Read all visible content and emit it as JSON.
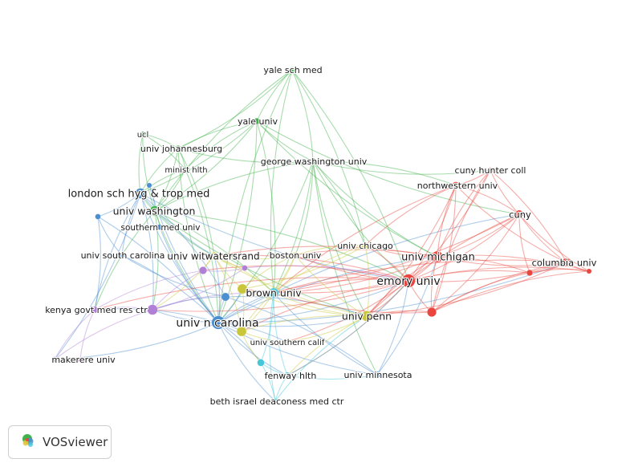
{
  "clusters": {
    "red": "#e8463f",
    "green": "#3fb24a",
    "blue": "#4b8fd0",
    "yellow": "#c9c739",
    "purple": "#b07fd6",
    "cyan": "#45c6d9"
  },
  "brand": {
    "name": "VOSviewer",
    "logo_icon": "vosviewer-logo-icon"
  },
  "nodes": [
    {
      "id": "yale_sch_med",
      "label": "yale sch med",
      "cluster": "green",
      "size": 1.1
    },
    {
      "id": "yale_univ",
      "label": "yale univ",
      "cluster": "green",
      "size": 1.2
    },
    {
      "id": "ucl",
      "label": "ucl",
      "cluster": "green",
      "size": 1.0
    },
    {
      "id": "univ_johannesburg",
      "label": "univ johannesburg",
      "cluster": "green",
      "size": 1.2
    },
    {
      "id": "minist_hlth",
      "label": "minist hlth",
      "cluster": "green",
      "size": 1.0
    },
    {
      "id": "george_washington_univ",
      "label": "george washington univ",
      "cluster": "green",
      "size": 1.3
    },
    {
      "id": "univ_washington",
      "label": "univ washington",
      "cluster": "green",
      "size": 2.0
    },
    {
      "id": "london_sch",
      "label": "london sch hyg & trop med",
      "cluster": "blue",
      "size": 2.0
    },
    {
      "id": "southern_med_univ",
      "label": "southern med univ",
      "cluster": "blue",
      "size": 1.1
    },
    {
      "id": "univ_south_carolina",
      "label": "univ south carolina",
      "cluster": "blue",
      "size": 1.1
    },
    {
      "id": "univ_n_carolina",
      "label": "univ n carolina",
      "cluster": "blue",
      "size": 2.6
    },
    {
      "id": "univ_minnesota",
      "label": "univ minnesota",
      "cluster": "blue",
      "size": 1.3
    },
    {
      "id": "blue_a",
      "label": "",
      "cluster": "blue",
      "size": 1.1
    },
    {
      "id": "blue_b",
      "label": "",
      "cluster": "blue",
      "size": 1.0
    },
    {
      "id": "blue_c",
      "label": "",
      "cluster": "blue",
      "size": 1.6
    },
    {
      "id": "cuny_hunter_coll",
      "label": "cuny hunter coll",
      "cluster": "red",
      "size": 1.1
    },
    {
      "id": "northwestern_univ",
      "label": "northwestern univ",
      "cluster": "red",
      "size": 1.4
    },
    {
      "id": "cuny",
      "label": "cuny",
      "cluster": "red",
      "size": 1.6
    },
    {
      "id": "univ_michigan",
      "label": "univ michigan",
      "cluster": "red",
      "size": 2.2
    },
    {
      "id": "columbia_univ",
      "label": "columbia univ",
      "cluster": "red",
      "size": 1.7
    },
    {
      "id": "emory_univ",
      "label": "emory univ",
      "cluster": "red",
      "size": 2.6
    },
    {
      "id": "red_a",
      "label": "",
      "cluster": "red",
      "size": 1.2
    },
    {
      "id": "red_b",
      "label": "",
      "cluster": "red",
      "size": 1.0
    },
    {
      "id": "red_c",
      "label": "",
      "cluster": "red",
      "size": 1.8
    },
    {
      "id": "univ_chicago",
      "label": "univ chicago",
      "cluster": "yellow",
      "size": 1.2
    },
    {
      "id": "boston_univ",
      "label": "boston univ",
      "cluster": "yellow",
      "size": 1.2
    },
    {
      "id": "univ_witwatersrand",
      "label": "univ witwatersrand",
      "cluster": "yellow",
      "size": 1.5
    },
    {
      "id": "univ_penn",
      "label": "univ penn",
      "cluster": "yellow",
      "size": 2.0
    },
    {
      "id": "univ_southern_calif",
      "label": "univ southern calif",
      "cluster": "yellow",
      "size": 1.1
    },
    {
      "id": "yellow_a",
      "label": "",
      "cluster": "yellow",
      "size": 1.9
    },
    {
      "id": "yellow_b",
      "label": "",
      "cluster": "yellow",
      "size": 1.9
    },
    {
      "id": "kenya_govt",
      "label": "kenya govt med res ctr",
      "cluster": "purple",
      "size": 1.3
    },
    {
      "id": "makerere_univ",
      "label": "makerere univ",
      "cluster": "purple",
      "size": 1.1
    },
    {
      "id": "purple_a",
      "label": "",
      "cluster": "purple",
      "size": 2.0
    },
    {
      "id": "purple_b",
      "label": "",
      "cluster": "purple",
      "size": 1.5
    },
    {
      "id": "purple_c",
      "label": "",
      "cluster": "purple",
      "size": 1.1
    },
    {
      "id": "purple_d",
      "label": "",
      "cluster": "purple",
      "size": 1.0
    },
    {
      "id": "brown_univ",
      "label": "brown univ",
      "cluster": "cyan",
      "size": 1.9
    },
    {
      "id": "fenway_hlth",
      "label": "fenway hlth",
      "cluster": "cyan",
      "size": 1.3
    },
    {
      "id": "beth_israel",
      "label": "beth israel deaconess med ctr",
      "cluster": "cyan",
      "size": 1.1
    },
    {
      "id": "cyan_a",
      "label": "",
      "cluster": "cyan",
      "size": 1.4
    }
  ],
  "links": [
    [
      "yale_sch_med",
      "yale_univ"
    ],
    [
      "yale_sch_med",
      "george_washington_univ"
    ],
    [
      "yale_sch_med",
      "univ_washington"
    ],
    [
      "yale_sch_med",
      "univ_johannesburg"
    ],
    [
      "yale_sch_med",
      "brown_univ"
    ],
    [
      "yale_sch_med",
      "univ_chicago"
    ],
    [
      "yale_sch_med",
      "univ_n_carolina"
    ],
    [
      "yale_sch_med",
      "emory_univ"
    ],
    [
      "yale_univ",
      "george_washington_univ"
    ],
    [
      "yale_univ",
      "univ_washington"
    ],
    [
      "yale_univ",
      "univ_johannesburg"
    ],
    [
      "yale_univ",
      "london_sch"
    ],
    [
      "yale_univ",
      "cuny"
    ],
    [
      "yale_univ",
      "univ_n_carolina"
    ],
    [
      "yale_univ",
      "univ_michigan"
    ],
    [
      "yale_univ",
      "brown_univ"
    ],
    [
      "yale_univ",
      "minist_hlth"
    ],
    [
      "ucl",
      "univ_johannesburg"
    ],
    [
      "ucl",
      "univ_washington"
    ],
    [
      "ucl",
      "minist_hlth"
    ],
    [
      "ucl",
      "london_sch"
    ],
    [
      "univ_johannesburg",
      "univ_washington"
    ],
    [
      "univ_johannesburg",
      "london_sch"
    ],
    [
      "univ_johannesburg",
      "minist_hlth"
    ],
    [
      "univ_johannesburg",
      "univ_n_carolina"
    ],
    [
      "univ_johannesburg",
      "univ_witwatersrand"
    ],
    [
      "univ_johannesburg",
      "george_washington_univ"
    ],
    [
      "minist_hlth",
      "univ_washington"
    ],
    [
      "minist_hlth",
      "london_sch"
    ],
    [
      "minist_hlth",
      "univ_n_carolina"
    ],
    [
      "george_washington_univ",
      "univ_washington"
    ],
    [
      "george_washington_univ",
      "univ_n_carolina"
    ],
    [
      "george_washington_univ",
      "emory_univ"
    ],
    [
      "george_washington_univ",
      "brown_univ"
    ],
    [
      "george_washington_univ",
      "univ_michigan"
    ],
    [
      "george_washington_univ",
      "boston_univ"
    ],
    [
      "george_washington_univ",
      "univ_penn"
    ],
    [
      "george_washington_univ",
      "northwestern_univ"
    ],
    [
      "george_washington_univ",
      "cuny_hunter_coll"
    ],
    [
      "george_washington_univ",
      "univ_chicago"
    ],
    [
      "george_washington_univ",
      "univ_minnesota"
    ],
    [
      "univ_washington",
      "london_sch"
    ],
    [
      "univ_washington",
      "univ_n_carolina"
    ],
    [
      "univ_washington",
      "emory_univ"
    ],
    [
      "univ_washington",
      "univ_witwatersrand"
    ],
    [
      "univ_washington",
      "southern_med_univ"
    ],
    [
      "univ_washington",
      "kenya_govt"
    ],
    [
      "univ_washington",
      "brown_univ"
    ],
    [
      "univ_washington",
      "univ_penn"
    ],
    [
      "univ_washington",
      "purple_a"
    ],
    [
      "london_sch",
      "univ_n_carolina"
    ],
    [
      "london_sch",
      "blue_a"
    ],
    [
      "london_sch",
      "univ_south_carolina"
    ],
    [
      "london_sch",
      "purple_a"
    ],
    [
      "london_sch",
      "univ_witwatersrand"
    ],
    [
      "london_sch",
      "blue_c"
    ],
    [
      "london_sch",
      "kenya_govt"
    ],
    [
      "london_sch",
      "makerere_univ"
    ],
    [
      "london_sch",
      "emory_univ"
    ],
    [
      "blue_a",
      "univ_n_carolina"
    ],
    [
      "blue_a",
      "univ_south_carolina"
    ],
    [
      "blue_a",
      "kenya_govt"
    ],
    [
      "blue_b",
      "univ_n_carolina"
    ],
    [
      "blue_b",
      "univ_washington"
    ],
    [
      "southern_med_univ",
      "univ_n_carolina"
    ],
    [
      "univ_south_carolina",
      "univ_n_carolina"
    ],
    [
      "univ_south_carolina",
      "blue_c"
    ],
    [
      "univ_n_carolina",
      "blue_c"
    ],
    [
      "univ_n_carolina",
      "emory_univ"
    ],
    [
      "univ_n_carolina",
      "univ_michigan"
    ],
    [
      "univ_n_carolina",
      "univ_penn"
    ],
    [
      "univ_n_carolina",
      "brown_univ"
    ],
    [
      "univ_n_carolina",
      "fenway_hlth"
    ],
    [
      "univ_n_carolina",
      "cyan_a"
    ],
    [
      "univ_n_carolina",
      "univ_minnesota"
    ],
    [
      "univ_n_carolina",
      "purple_a"
    ],
    [
      "univ_n_carolina",
      "kenya_govt"
    ],
    [
      "univ_n_carolina",
      "makerere_univ"
    ],
    [
      "univ_n_carolina",
      "yellow_a"
    ],
    [
      "univ_n_carolina",
      "yellow_b"
    ],
    [
      "univ_n_carolina",
      "univ_witwatersrand"
    ],
    [
      "univ_n_carolina",
      "univ_southern_calif"
    ],
    [
      "univ_n_carolina",
      "columbia_univ"
    ],
    [
      "univ_n_carolina",
      "cuny"
    ],
    [
      "univ_n_carolina",
      "beth_israel"
    ],
    [
      "blue_c",
      "univ_minnesota"
    ],
    [
      "blue_c",
      "purple_a"
    ],
    [
      "blue_c",
      "univ_penn"
    ],
    [
      "univ_minnesota",
      "emory_univ"
    ],
    [
      "univ_minnesota",
      "brown_univ"
    ],
    [
      "univ_minnesota",
      "univ_michigan"
    ],
    [
      "cuny_hunter_coll",
      "northwestern_univ"
    ],
    [
      "cuny_hunter_coll",
      "cuny"
    ],
    [
      "cuny_hunter_coll",
      "columbia_univ"
    ],
    [
      "cuny_hunter_coll",
      "univ_michigan"
    ],
    [
      "cuny_hunter_coll",
      "emory_univ"
    ],
    [
      "cuny_hunter_coll",
      "red_c"
    ],
    [
      "northwestern_univ",
      "cuny"
    ],
    [
      "northwestern_univ",
      "univ_michigan"
    ],
    [
      "northwestern_univ",
      "emory_univ"
    ],
    [
      "northwestern_univ",
      "columbia_univ"
    ],
    [
      "northwestern_univ",
      "red_c"
    ],
    [
      "northwestern_univ",
      "univ_chicago"
    ],
    [
      "northwestern_univ",
      "univ_penn"
    ],
    [
      "northwestern_univ",
      "brown_univ"
    ],
    [
      "cuny",
      "univ_michigan"
    ],
    [
      "cuny",
      "columbia_univ"
    ],
    [
      "cuny",
      "emory_univ"
    ],
    [
      "cuny",
      "red_a"
    ],
    [
      "cuny",
      "red_c"
    ],
    [
      "cuny",
      "univ_penn"
    ],
    [
      "cuny",
      "brown_univ"
    ],
    [
      "cuny",
      "red_b"
    ],
    [
      "univ_michigan",
      "emory_univ"
    ],
    [
      "univ_michigan",
      "columbia_univ"
    ],
    [
      "univ_michigan",
      "red_a"
    ],
    [
      "univ_michigan",
      "red_c"
    ],
    [
      "univ_michigan",
      "univ_chicago"
    ],
    [
      "univ_michigan",
      "univ_penn"
    ],
    [
      "univ_michigan",
      "brown_univ"
    ],
    [
      "univ_michigan",
      "boston_univ"
    ],
    [
      "univ_michigan",
      "red_b"
    ],
    [
      "univ_michigan",
      "univ_witwatersrand"
    ],
    [
      "columbia_univ",
      "red_a"
    ],
    [
      "columbia_univ",
      "red_b"
    ],
    [
      "columbia_univ",
      "emory_univ"
    ],
    [
      "columbia_univ",
      "red_c"
    ],
    [
      "columbia_univ",
      "univ_penn"
    ],
    [
      "columbia_univ",
      "brown_univ"
    ],
    [
      "emory_univ",
      "red_a"
    ],
    [
      "emory_univ",
      "red_c"
    ],
    [
      "emory_univ",
      "univ_penn"
    ],
    [
      "emory_univ",
      "univ_chicago"
    ],
    [
      "emory_univ",
      "boston_univ"
    ],
    [
      "emory_univ",
      "brown_univ"
    ],
    [
      "emory_univ",
      "yellow_a"
    ],
    [
      "emory_univ",
      "univ_witwatersrand"
    ],
    [
      "emory_univ",
      "purple_a"
    ],
    [
      "emory_univ",
      "kenya_govt"
    ],
    [
      "emory_univ",
      "fenway_hlth"
    ],
    [
      "emory_univ",
      "yellow_b"
    ],
    [
      "emory_univ",
      "red_b"
    ],
    [
      "emory_univ",
      "purple_b"
    ],
    [
      "emory_univ",
      "univ_southern_calif"
    ],
    [
      "red_a",
      "red_c"
    ],
    [
      "red_a",
      "red_b"
    ],
    [
      "red_c",
      "univ_penn"
    ],
    [
      "red_c",
      "brown_univ"
    ],
    [
      "red_b",
      "red_c"
    ],
    [
      "univ_chicago",
      "univ_penn"
    ],
    [
      "univ_chicago",
      "boston_univ"
    ],
    [
      "univ_chicago",
      "yellow_a"
    ],
    [
      "univ_chicago",
      "brown_univ"
    ],
    [
      "boston_univ",
      "univ_witwatersrand"
    ],
    [
      "boston_univ",
      "yellow_a"
    ],
    [
      "boston_univ",
      "brown_univ"
    ],
    [
      "boston_univ",
      "univ_penn"
    ],
    [
      "boston_univ",
      "yellow_b"
    ],
    [
      "univ_witwatersrand",
      "yellow_a"
    ],
    [
      "univ_witwatersrand",
      "purple_a"
    ],
    [
      "univ_witwatersrand",
      "purple_b"
    ],
    [
      "univ_witwatersrand",
      "yellow_b"
    ],
    [
      "univ_witwatersrand",
      "univ_penn"
    ],
    [
      "univ_witwatersrand",
      "brown_univ"
    ],
    [
      "univ_witwatersrand",
      "purple_c"
    ],
    [
      "univ_penn",
      "yellow_a"
    ],
    [
      "univ_penn",
      "yellow_b"
    ],
    [
      "univ_penn",
      "brown_univ"
    ],
    [
      "univ_penn",
      "fenway_hlth"
    ],
    [
      "univ_penn",
      "univ_southern_calif"
    ],
    [
      "yellow_a",
      "brown_univ"
    ],
    [
      "yellow_a",
      "yellow_b"
    ],
    [
      "yellow_b",
      "univ_southern_calif"
    ],
    [
      "yellow_b",
      "brown_univ"
    ],
    [
      "yellow_b",
      "cyan_a"
    ],
    [
      "kenya_govt",
      "purple_a"
    ],
    [
      "kenya_govt",
      "makerere_univ"
    ],
    [
      "kenya_govt",
      "purple_b"
    ],
    [
      "kenya_govt",
      "purple_d"
    ],
    [
      "makerere_univ",
      "purple_a"
    ],
    [
      "makerere_univ",
      "purple_d"
    ],
    [
      "purple_a",
      "purple_b"
    ],
    [
      "purple_a",
      "purple_c"
    ],
    [
      "purple_a",
      "brown_univ"
    ],
    [
      "purple_b",
      "purple_c"
    ],
    [
      "purple_c",
      "emory_univ"
    ],
    [
      "brown_univ",
      "fenway_hlth"
    ],
    [
      "brown_univ",
      "cyan_a"
    ],
    [
      "brown_univ",
      "beth_israel"
    ],
    [
      "fenway_hlth",
      "cyan_a"
    ],
    [
      "fenway_hlth",
      "beth_israel"
    ],
    [
      "cyan_a",
      "beth_israel"
    ],
    [
      "fenway_hlth",
      "univ_minnesota"
    ],
    [
      "beth_israel",
      "univ_penn"
    ],
    [
      "fenway_hlth",
      "emory_univ"
    ]
  ]
}
